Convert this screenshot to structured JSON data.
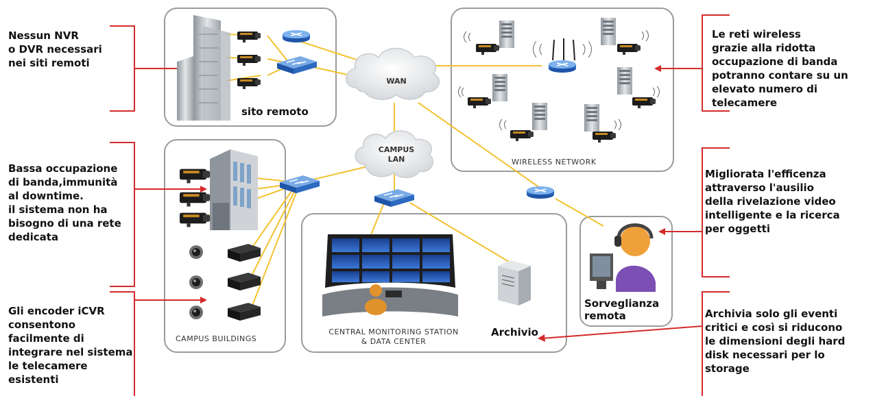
{
  "notes": {
    "nvr": [
      "Nessun NVR",
      "o DVR necessari",
      "nei siti remoti"
    ],
    "wireless": [
      "Le reti  wireless",
      "grazie alla ridotta",
      "occupazione di banda",
      "potranno contare su un",
      "elevato numero di",
      "telecamere"
    ],
    "bandwidth": [
      "Bassa occupazione",
      "di banda,immunità",
      "al downtime.",
      "il sistema non ha",
      "bisogno di una rete",
      "dedicata"
    ],
    "efficiency": [
      "Migliorata l'efficenza",
      "attraverso l'ausilio",
      "della rivelazione video",
      "intelligente e la ricerca",
      "per oggetti"
    ],
    "encoder": [
      "Gli encoder iCVR",
      "consentono",
      "facilmente di",
      "integrare nel sistema",
      "le telecamere",
      "esistenti"
    ],
    "archive": [
      "Archivia solo gli eventi",
      "critici e  così si riducono",
      "le dimensioni degli hard",
      "disk necessari per lo",
      "storage"
    ]
  },
  "clouds": {
    "wan": [
      "WAN"
    ],
    "campus_lan": [
      "CAMPUS",
      "LAN"
    ]
  },
  "box_labels": {
    "sito_remoto": "sito remoto",
    "wireless_network": "WIRELESS NETWORK",
    "campus_buildings": "CAMPUS BUILDINGS",
    "central_monitoring": [
      "CENTRAL MONITORING STATION",
      "& DATA CENTER"
    ],
    "archivio": "Archivio",
    "sorveglianza": [
      "Sorveglianza",
      "remota"
    ]
  },
  "colors": {
    "link": "#f2c230",
    "callout": "#d42a2a",
    "box_border": "#9a9a9a",
    "device_blue": "#2f6fc4"
  }
}
